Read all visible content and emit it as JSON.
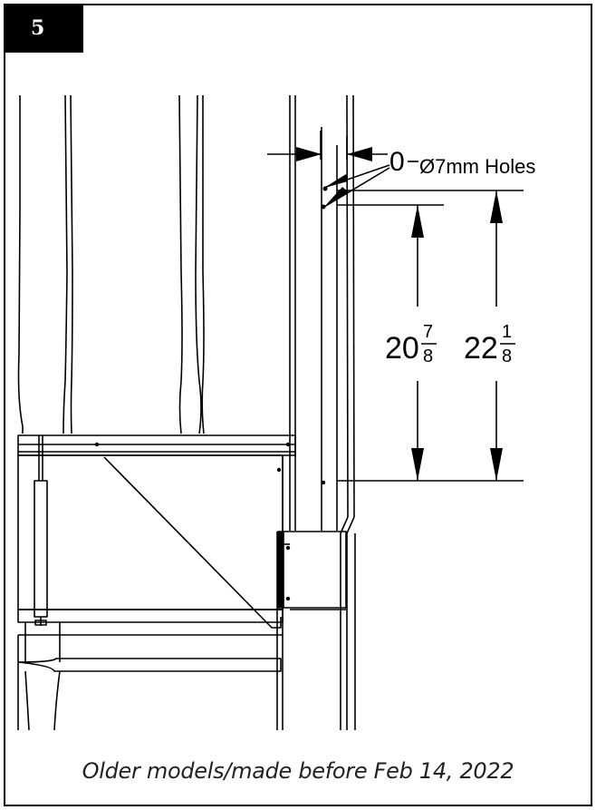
{
  "step": {
    "number": "5"
  },
  "diagram": {
    "gap_label": "0",
    "holes_label": "Ø7mm Holes",
    "dim_inner": {
      "whole": "20",
      "num": "7",
      "den": "8"
    },
    "dim_outer": {
      "whole": "22",
      "num": "1",
      "den": "8"
    }
  },
  "caption": {
    "text": "Older models/made before Feb 14, 2022"
  }
}
